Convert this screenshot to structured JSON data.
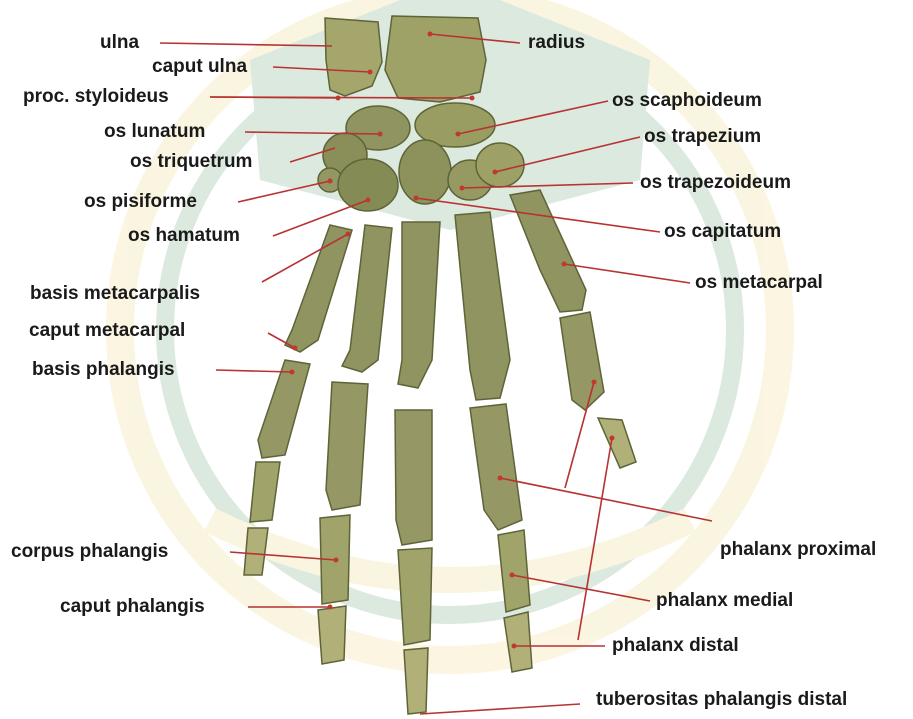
{
  "colors": {
    "bone": "#8f9460",
    "bone_light": "#b4b47c",
    "bone_shadow": "#5e6438",
    "leader_line": "#b83232",
    "watermark_green": "#2f7d3a",
    "watermark_gold": "#e6c34a",
    "label_text": "#1a1a1a"
  },
  "labels": {
    "ulna": "ulna",
    "caput_ulna": "caput ulna",
    "proc_styloideus": "proc. styloideus",
    "os_lunatum": "os lunatum",
    "os_triquetrum": "os triquetrum",
    "os_pisiforme": "os pisiforme",
    "os_hamatum": "os hamatum",
    "basis_metacarpalis": "basis metacarpalis",
    "caput_metacarpal": "caput metacarpal",
    "basis_phalangis": "basis phalangis",
    "corpus_phalangis": "corpus phalangis",
    "caput_phalangis": "caput phalangis",
    "radius": "radius",
    "os_scaphoideum": "os scaphoideum",
    "os_trapezium": "os trapezium",
    "os_trapezoideum": "os trapezoideum",
    "os_capitatum": "os capitatum",
    "os_metacarpal": "os metacarpal",
    "phalanx_proximal": "phalanx proximal",
    "phalanx_medial": "phalanx medial",
    "phalanx_distal": "phalanx distal",
    "tuberositas_phalangis_distal": "tuberositas phalangis distal"
  }
}
